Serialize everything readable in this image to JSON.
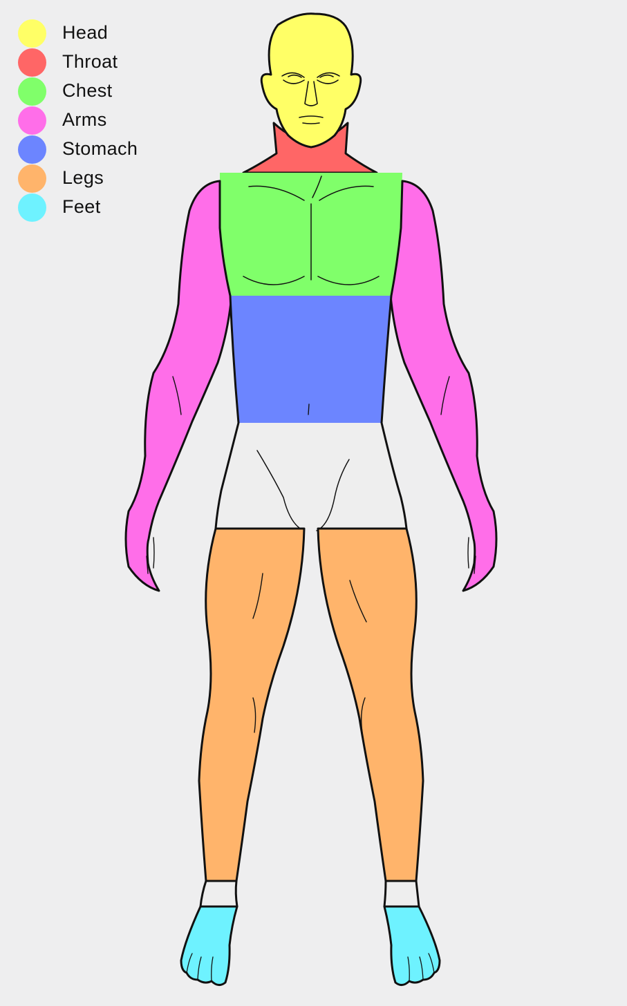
{
  "legend": {
    "items": [
      {
        "label": "Head",
        "color": "#ffff66"
      },
      {
        "label": "Throat",
        "color": "#ff6666"
      },
      {
        "label": "Chest",
        "color": "#80ff6a"
      },
      {
        "label": "Arms",
        "color": "#ff6ee9"
      },
      {
        "label": "Stomach",
        "color": "#6c85ff"
      },
      {
        "label": "Legs",
        "color": "#ffb46b"
      },
      {
        "label": "Feet",
        "color": "#6ef2ff"
      }
    ]
  },
  "figure": {
    "unmarked_color": "#eeeeee",
    "outline_color": "#111111"
  }
}
